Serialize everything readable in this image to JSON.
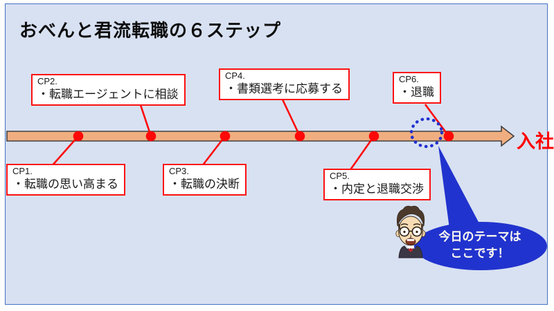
{
  "title": "おべんと君流転職の６ステップ",
  "timeline": {
    "end_label": "入社",
    "checkpoints": [
      {
        "id": "CP1.",
        "label": "・転職の思い高まる",
        "position": "below"
      },
      {
        "id": "CP2.",
        "label": "・転職エージェントに相談",
        "position": "above"
      },
      {
        "id": "CP3.",
        "label": "・転職の決断",
        "position": "below"
      },
      {
        "id": "CP4.",
        "label": "・書類選考に応募する",
        "position": "above"
      },
      {
        "id": "CP5.",
        "label": "・内定と退職交渉",
        "position": "below"
      },
      {
        "id": "CP6.",
        "label": "・退職",
        "position": "above"
      }
    ]
  },
  "callout": {
    "line1": "今日のテーマは",
    "line2": "ここです！"
  },
  "icons": [
    "timeline-arrow-icon",
    "checkpoint-dot-icon",
    "highlight-dotted-circle-icon",
    "speech-bubble-icon",
    "avatar-character-icon"
  ],
  "colors": {
    "slide_background": "#d8e1f2",
    "slide_border": "#4472c4",
    "accent_red": "#ff0000",
    "arrow_fill": "#f0ae80",
    "arrow_outline": "#404040",
    "bubble_blue": "#2133ce",
    "box_background": "#ffffff",
    "bubble_text": "#fffcef"
  }
}
